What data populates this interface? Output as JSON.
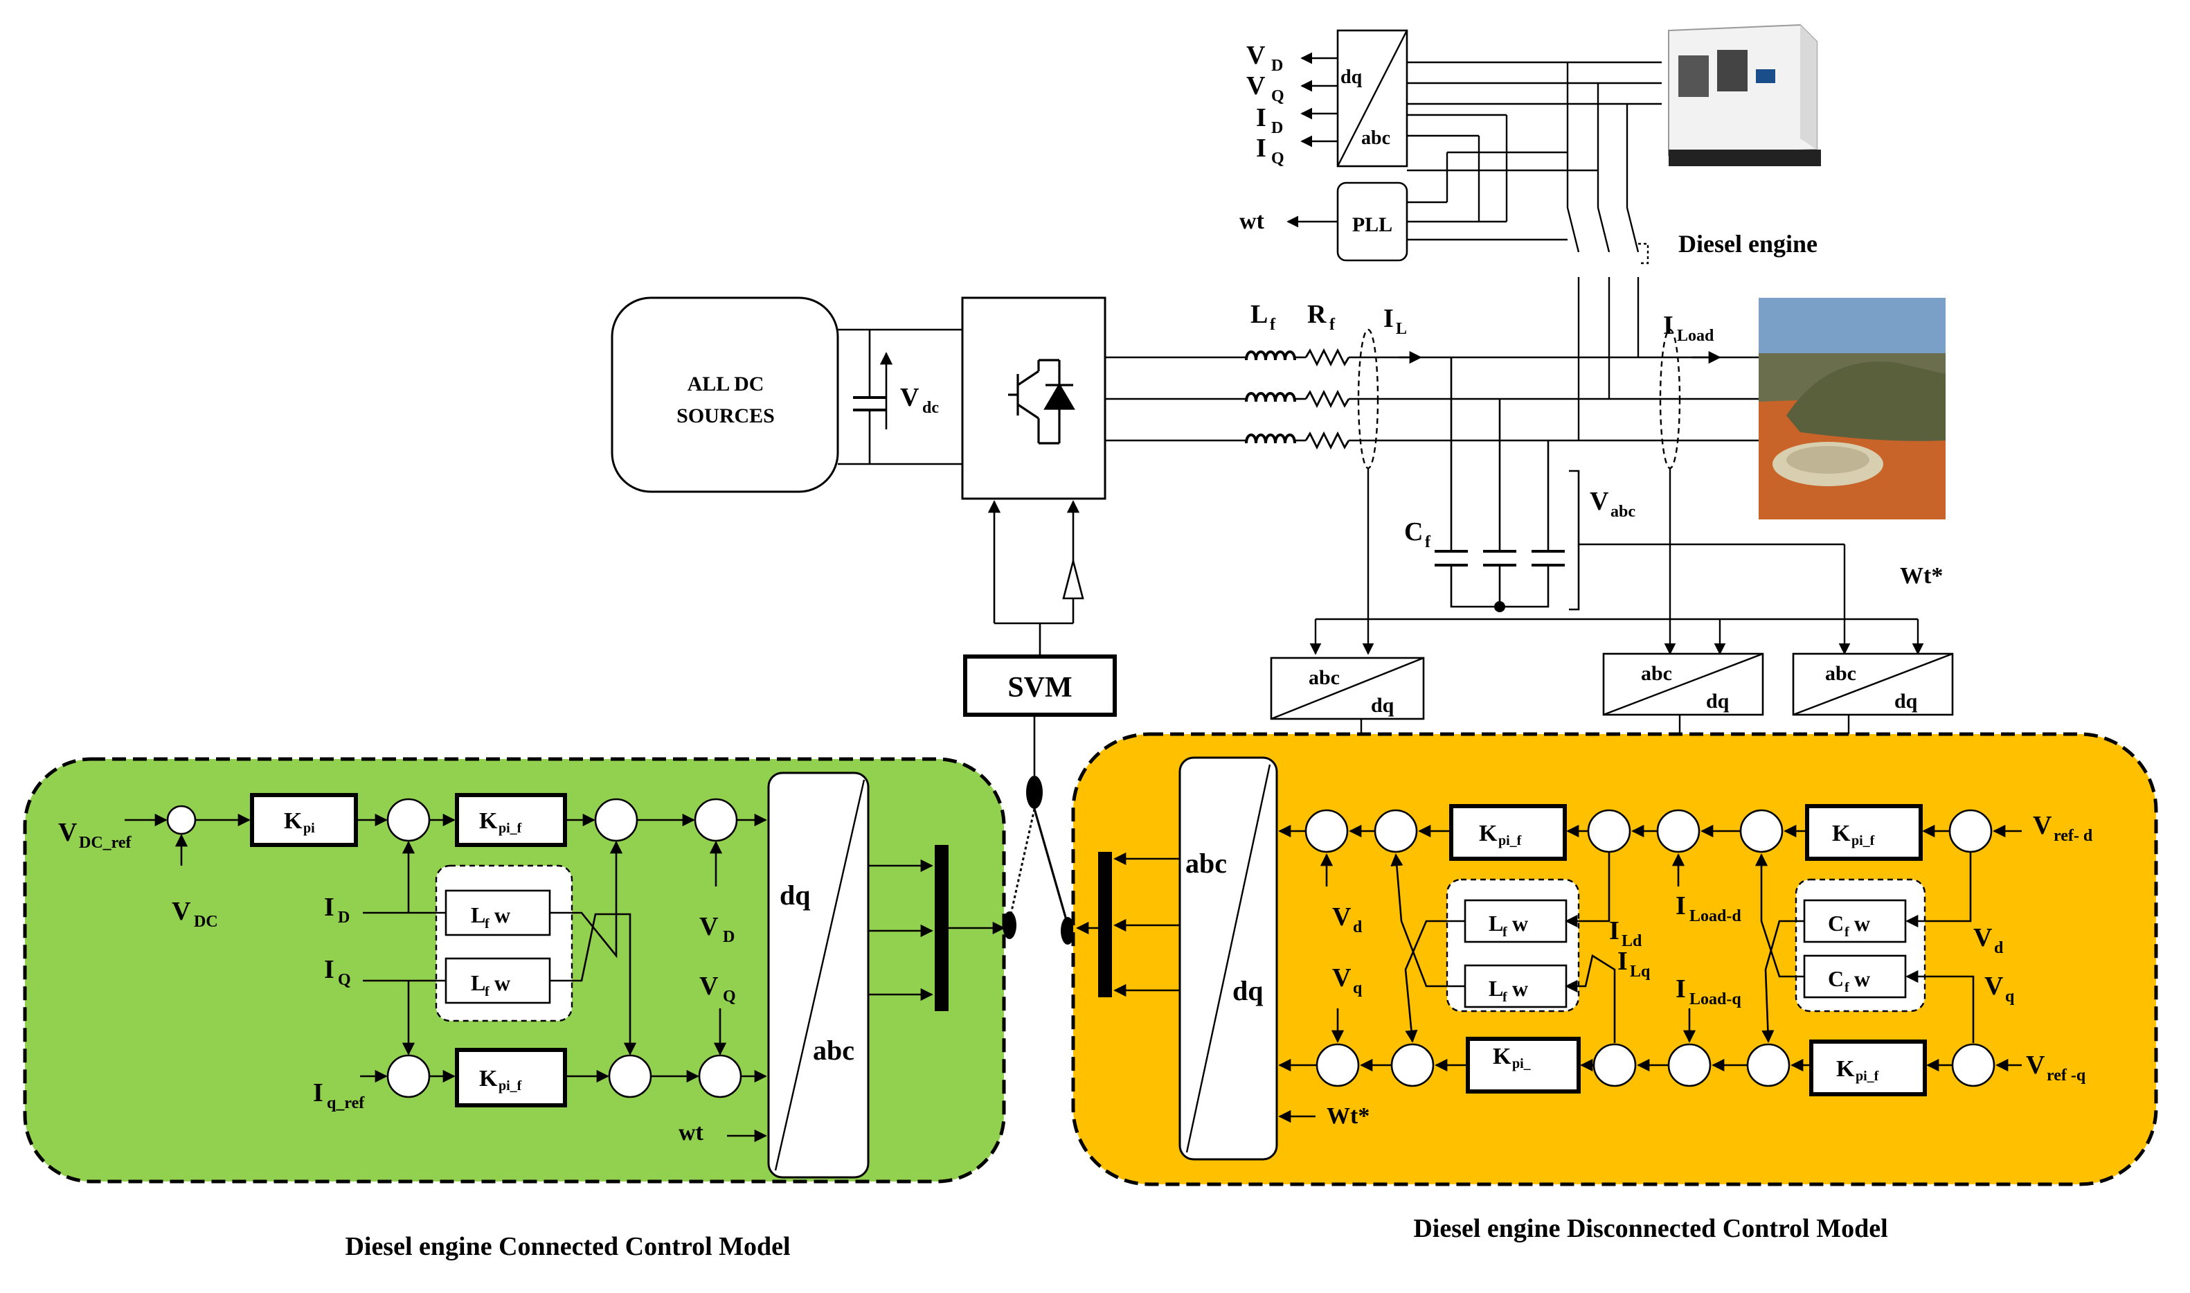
{
  "blocks": {
    "dc_source": [
      "ALL DC",
      "SOURCES"
    ],
    "svm": "SVM",
    "pll": "PLL",
    "dq_abc_top": {
      "top": "dq",
      "bottom": "abc"
    },
    "abc_dq": {
      "top": "abc",
      "bottom": "dq"
    },
    "kpi": "K",
    "kpi_sub": "pi",
    "kpif": "K",
    "kpif_sub": "pi_f",
    "kpi_trunc_sub": "pi_",
    "lfw": {
      "main": "L",
      "sub": "f",
      "tail": "w"
    },
    "cfw": {
      "main": "C",
      "sub": "f",
      "tail": "w"
    },
    "ctrl_dq": "dq",
    "ctrl_abc": "abc"
  },
  "labels": {
    "vdc": {
      "main": "V",
      "sub": "dc"
    },
    "lf": {
      "main": "L",
      "sub": "f"
    },
    "rf": {
      "main": "R",
      "sub": "f"
    },
    "il": {
      "main": "I",
      "sub": "L"
    },
    "iload": {
      "main": "I",
      "sub": "Load"
    },
    "cf": {
      "main": "C",
      "sub": "f"
    },
    "vabc": {
      "main": "V",
      "sub": "abc"
    },
    "wt_star": "Wt*",
    "wt": "wt",
    "vD": {
      "main": "V",
      "sub": "D"
    },
    "vQ": {
      "main": "V",
      "sub": "Q"
    },
    "iD": {
      "main": "I",
      "sub": "D"
    },
    "iQ": {
      "main": "I",
      "sub": "Q"
    },
    "diesel_engine": "Diesel engine",
    "v_dc_ref": {
      "main": "V",
      "sub": "DC_ref"
    },
    "v_dc": {
      "main": "V",
      "sub": "DC"
    },
    "iq_ref": {
      "main": "I",
      "sub": "q_ref"
    },
    "vd": {
      "main": "V",
      "sub": "d"
    },
    "vq": {
      "main": "V",
      "sub": "q"
    },
    "ild": {
      "main": "I",
      "sub": "Ld"
    },
    "ilq": {
      "main": "I",
      "sub": "Lq"
    },
    "iload_d": {
      "main": "I",
      "sub": "Load-d"
    },
    "iload_q": {
      "main": "I",
      "sub": "Load-q"
    },
    "vref_d": {
      "main": "V",
      "sub": "ref- d"
    },
    "vref_q": {
      "main": "V",
      "sub": "ref -q"
    }
  },
  "captions": {
    "connected": "Diesel engine Connected Control Model",
    "disconnected": "Diesel engine Disconnected Control Model"
  },
  "colors": {
    "connected_panel": "#92d050",
    "disconnected_panel": "#ffc000",
    "line": "#000000"
  },
  "icons": {
    "generator": "diesel-generator-photo",
    "load": "tent-camp-photo",
    "converter": "igbt-diode-icon"
  }
}
